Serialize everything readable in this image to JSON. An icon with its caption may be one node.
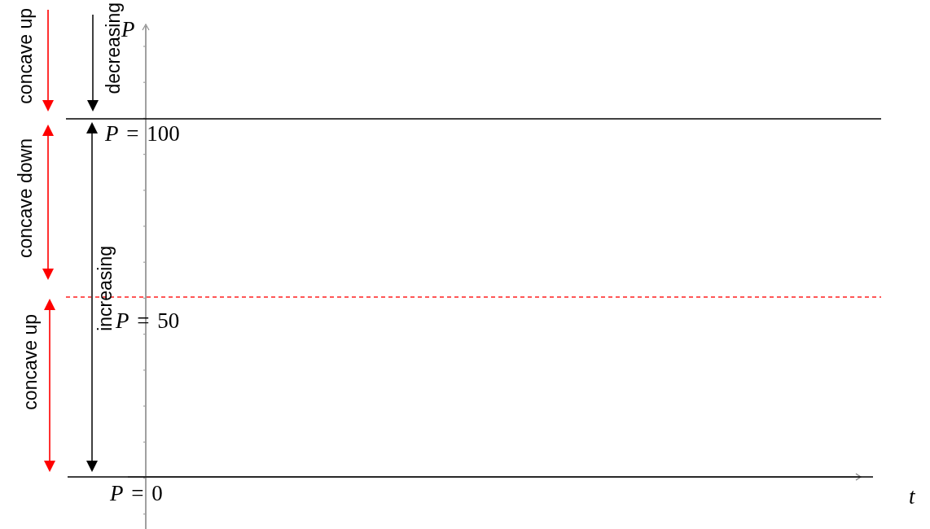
{
  "diagram": {
    "labels": [
      "concave up",
      "decreasing",
      "P",
      "*P* = 100",
      "concave down",
      "increasing",
      "*P* = 50",
      "concave up",
      "*P* = 0",
      "t"
    ]
  }
}
